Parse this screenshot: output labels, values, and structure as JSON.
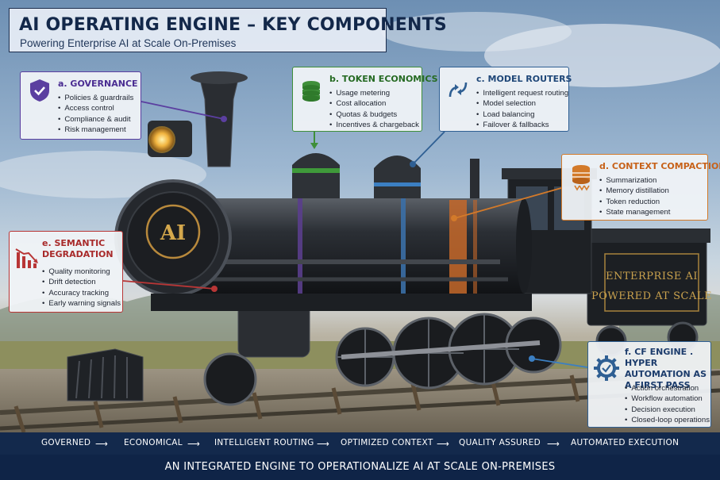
{
  "header": {
    "title": "AI OPERATING ENGINE – KEY COMPONENTS",
    "subtitle": "Powering Enterprise AI at Scale On-Premises"
  },
  "locomotive": {
    "smokebox_badge": "AI",
    "tender_line1": "ENTERPRISE AI",
    "tender_line2": "POWERED AT SCALE"
  },
  "components": {
    "governance": {
      "title": "a. GOVERNANCE",
      "icon": "shield-check-icon",
      "color": "#5b3fa0",
      "items": [
        "Policies & guardrails",
        "Access control",
        "Compliance & audit",
        "Risk management"
      ]
    },
    "token_economics": {
      "title": "b. TOKEN ECONOMICS",
      "icon": "coin-stack-icon",
      "color": "#3f8f3a",
      "items": [
        "Usage metering",
        "Cost allocation",
        "Quotas & budgets",
        "Incentives & chargeback"
      ]
    },
    "model_routers": {
      "title": "c. MODEL ROUTERS",
      "icon": "routing-arrows-icon",
      "color": "#2f5f93",
      "items": [
        "Intelligent request routing",
        "Model selection",
        "Load balancing",
        "Failover & fallbacks"
      ]
    },
    "context_compaction": {
      "title": "d. CONTEXT COMPACTION",
      "icon": "database-compress-icon",
      "color": "#d37a2a",
      "items": [
        "Summarization",
        "Memory distillation",
        "Token reduction",
        "State management"
      ]
    },
    "semantic_degradation": {
      "title": "e. SEMANTIC DEGRADATION",
      "icon": "declining-chart-icon",
      "color": "#b83636",
      "items": [
        "Quality monitoring",
        "Drift detection",
        "Accuracy tracking",
        "Early warning signals"
      ]
    },
    "cf_engine": {
      "title": "f. CF ENGINE . HYPER AUTOMATION AS A FIRST PASS",
      "icon": "gear-automation-icon",
      "color": "#2f5f93",
      "items": [
        "Action orchestration",
        "Workflow automation",
        "Decision execution",
        "Closed-loop operations"
      ]
    }
  },
  "flow": {
    "steps": [
      "GOVERNED",
      "ECONOMICAL",
      "INTELLIGENT ROUTING",
      "OPTIMIZED CONTEXT",
      "QUALITY ASSURED",
      "AUTOMATED EXECUTION"
    ],
    "arrow": "⟶"
  },
  "footer": {
    "tagline": "AN INTEGRATED ENGINE TO OPERATIONALIZE AI AT SCALE ON-PREMISES"
  }
}
